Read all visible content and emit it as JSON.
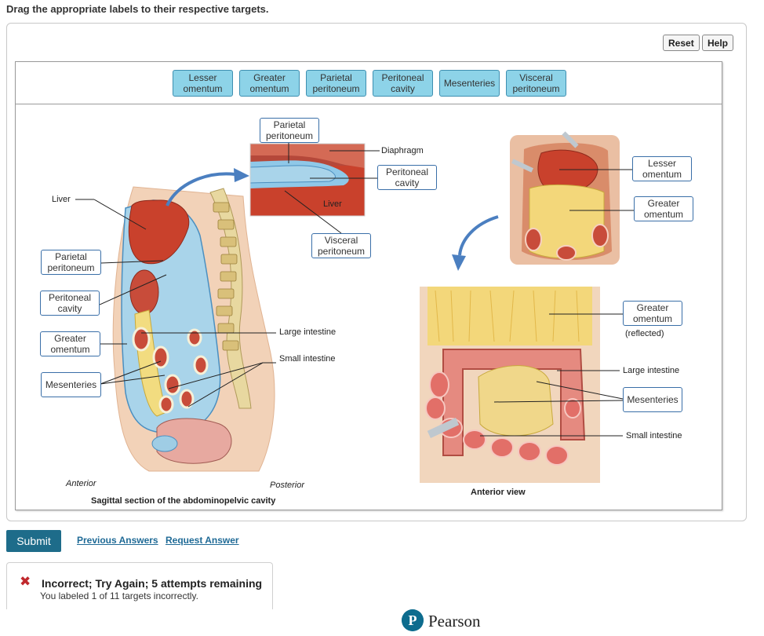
{
  "instruction": "Drag the appropriate labels to their respective targets.",
  "buttons": {
    "reset": "Reset",
    "help": "Help"
  },
  "label_bank": [
    "Lesser omentum",
    "Greater omentum",
    "Parietal peritoneum",
    "Peritoneal cavity",
    "Mesenteries",
    "Visceral peritoneum"
  ],
  "targets": {
    "t1": "Parietal peritoneum",
    "t2": "Peritoneal cavity",
    "t3": "Visceral peritoneum",
    "t4": "Parietal peritoneum",
    "t5": "Peritoneal cavity",
    "t6": "Greater omentum",
    "t7": "Mesenteries",
    "t8": "Lesser omentum",
    "t9": "Greater omentum",
    "t10": "Greater omentum",
    "t11": "Mesenteries"
  },
  "static_labels": {
    "diaphragm": "Diaphragm",
    "liver_inset": "Liver",
    "liver": "Liver",
    "large_intestine_left": "Large intestine",
    "small_intestine_left": "Small intestine",
    "reflected": "(reflected)",
    "large_intestine_right": "Large intestine",
    "small_intestine_right": "Small intestine",
    "anterior": "Anterior",
    "posterior": "Posterior",
    "sagittal_caption": "Sagittal section of the abdominopelvic cavity",
    "anterior_view": "Anterior view"
  },
  "actions": {
    "submit": "Submit",
    "previous_answers": "Previous Answers",
    "request_answer": "Request Answer"
  },
  "feedback": {
    "title": "Incorrect; Try Again; 5 attempts remaining",
    "detail": "You labeled 1 of 11 targets incorrectly."
  },
  "brand": {
    "name": "Pearson",
    "logo_letter": "P"
  }
}
